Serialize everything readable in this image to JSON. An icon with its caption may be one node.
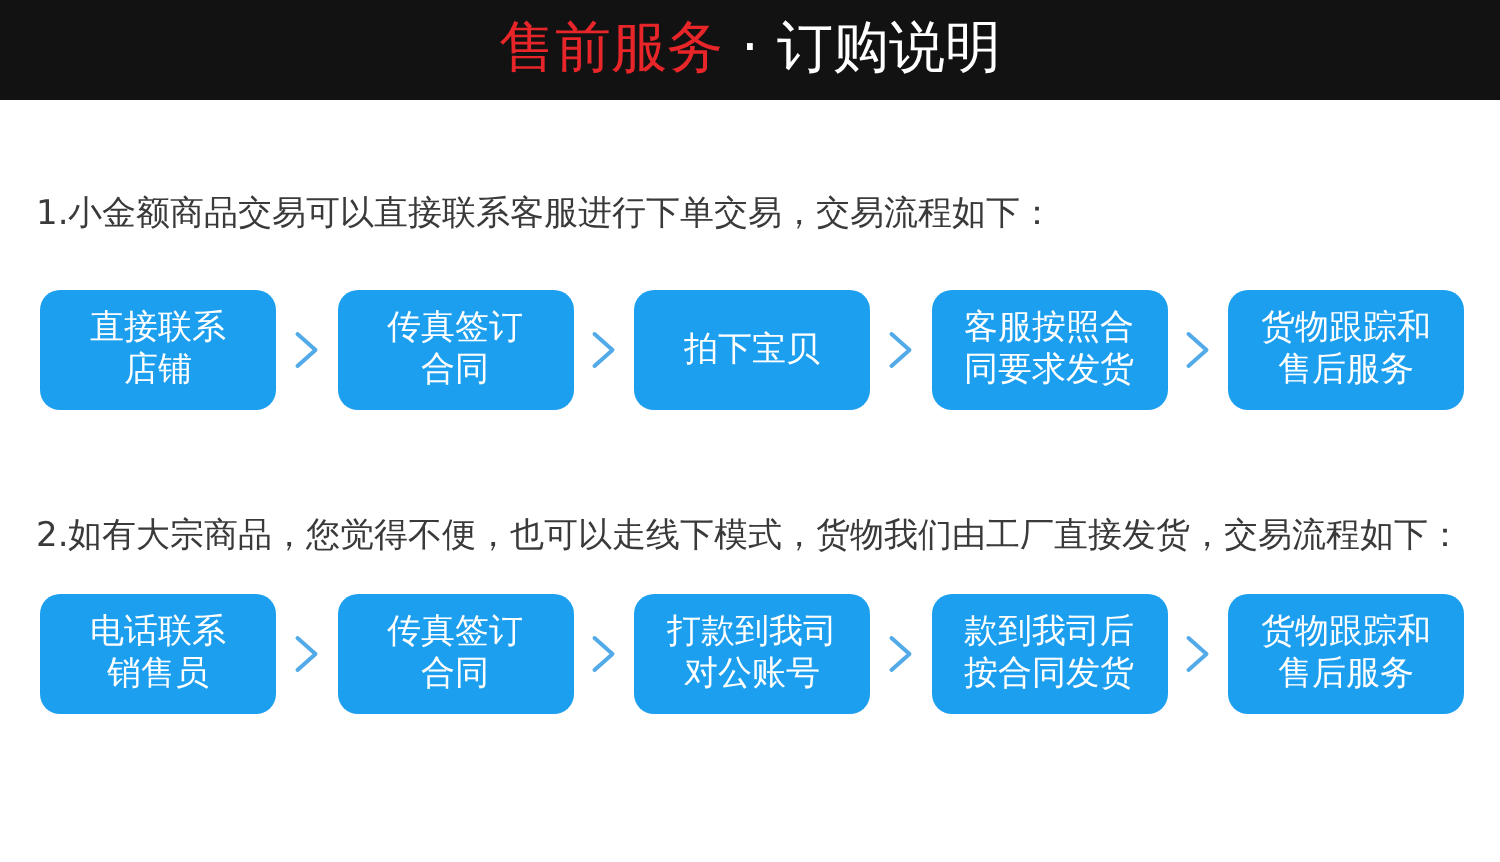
{
  "diagram": {
    "title": "**售前服务** · 订购说明",
    "nodes": [
      {
        "text": [
          "直接联系店铺"
        ]
      },
      {
        "text": [
          "传真签订合同"
        ]
      },
      {
        "text": [
          "拍下宝贝"
        ]
      },
      {
        "text": [
          "客服按照合同要求发货"
        ]
      },
      {
        "text": [
          "货物跟踪和售后服务"
        ]
      },
      {
        "text": [
          "电话联系销售员"
        ]
      },
      {
        "text": [
          "传真签订合同"
        ]
      },
      {
        "text": [
          "打款到我司对公账号"
        ]
      },
      {
        "text": [
          "款到我司后按合同发货"
        ]
      },
      {
        "text": [
          "货物跟踪和售后服务"
        ]
      }
    ],
    "edges": [
      {
        "from": 0,
        "to": 1,
        "arrow": "to"
      },
      {
        "from": 1,
        "to": 2,
        "arrow": "to"
      },
      {
        "from": 2,
        "to": 3,
        "arrow": "to"
      },
      {
        "from": 3,
        "to": 4,
        "arrow": "to"
      },
      {
        "from": 5,
        "to": 6,
        "arrow": "to"
      },
      {
        "from": 6,
        "to": 7,
        "arrow": "to"
      },
      {
        "from": 7,
        "to": 8,
        "arrow": "to"
      },
      {
        "from": 8,
        "to": 9,
        "arrow": "to"
      }
    ],
    "labels": [
      "1.小金额商品交易可以直接联系客服进行下单交易，交易流程如下：",
      "2.如有大宗商品，您觉得不便，也可以走线下模式，货物我们由工厂直接发货，交易流程如下："
    ]
  }
}
